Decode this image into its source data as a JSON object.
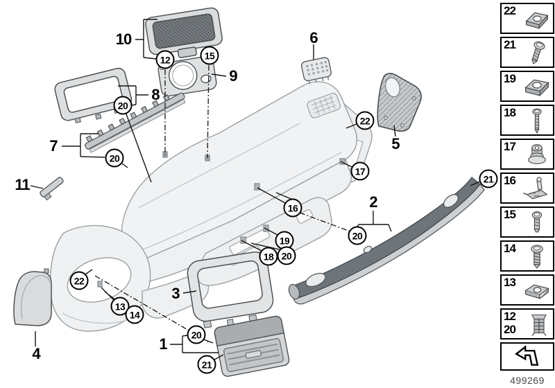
{
  "doc_number": "499269",
  "colors": {
    "line_art": "#4d5154",
    "dashboard_line": "#9aa0a3",
    "part_fill": "#e3e5e6",
    "dark_trim_strip": "#6e757a",
    "callout_border": "#000000"
  },
  "callouts": {
    "plain": {
      "p1": "1",
      "p2": "2",
      "p3": "3",
      "p4": "4",
      "p5": "5",
      "p6": "6",
      "p7": "7",
      "p8": "8",
      "p9": "9",
      "p10": "10",
      "p11": "11"
    },
    "circled": {
      "c12": "12",
      "c13": "13",
      "c14": "14",
      "c15": "15",
      "c16": "16",
      "c17": "17",
      "c18": "18",
      "c19": "19",
      "c20_a": "20",
      "c20_b": "20",
      "c20_c": "20",
      "c20_d": "20",
      "c20_e": "20",
      "c21_top": "21",
      "c21_bottom": "21",
      "c22_left": "22",
      "c22_right": "22"
    }
  },
  "sidebar": {
    "items": [
      {
        "num": "22",
        "num2": "",
        "icon": "cage-nut-clip-icon"
      },
      {
        "num": "21",
        "num2": "",
        "icon": "pan-head-screw-icon"
      },
      {
        "num": "19",
        "num2": "",
        "icon": "cage-nut-clip-icon"
      },
      {
        "num": "18",
        "num2": "",
        "icon": "long-screw-icon"
      },
      {
        "num": "17",
        "num2": "",
        "icon": "grommet-nut-icon"
      },
      {
        "num": "16",
        "num2": "",
        "icon": "lever-clip-icon"
      },
      {
        "num": "15",
        "num2": "",
        "icon": "short-screw-icon"
      },
      {
        "num": "14",
        "num2": "",
        "icon": "flange-screw-icon"
      },
      {
        "num": "13",
        "num2": "",
        "icon": "spring-clip-icon"
      },
      {
        "num": "12",
        "num2": "20",
        "icon": "expansion-clip-icon"
      }
    ],
    "arrow_icon": "installation-direction-arrow-icon"
  }
}
